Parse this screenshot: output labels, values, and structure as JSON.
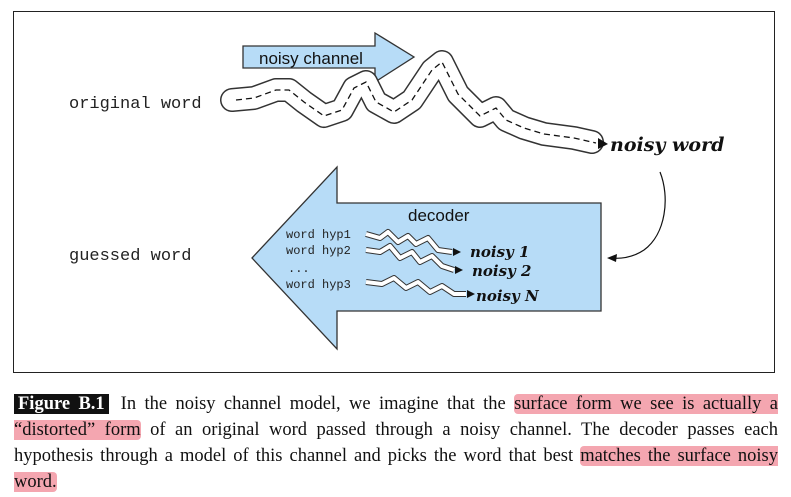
{
  "diagram": {
    "top_arrow_label": "noisy channel",
    "original_word": "original word",
    "noisy_word": "noisy word",
    "guessed_word": "guessed word",
    "decoder_label": "decoder",
    "hypotheses": [
      "word hyp1",
      "word hyp2",
      "...",
      "word hyp3"
    ],
    "noisy_outputs": [
      "noisy 1",
      "noisy 2",
      "noisy N"
    ],
    "colors": {
      "arrow_fill": "#b7dcf7",
      "arrow_stroke": "#333333",
      "highlight": "#f4a6b0"
    }
  },
  "caption": {
    "label": "Figure B.1",
    "part1": "In the noisy channel model, we imagine that the ",
    "hl1": "surface form we see is actually a “distorted” form",
    "part2": " of an original word passed through a noisy channel. The decoder passes each hypothesis through a model of this channel and picks the word that best ",
    "hl2": "matches the surface noisy word.",
    "part3": ""
  }
}
